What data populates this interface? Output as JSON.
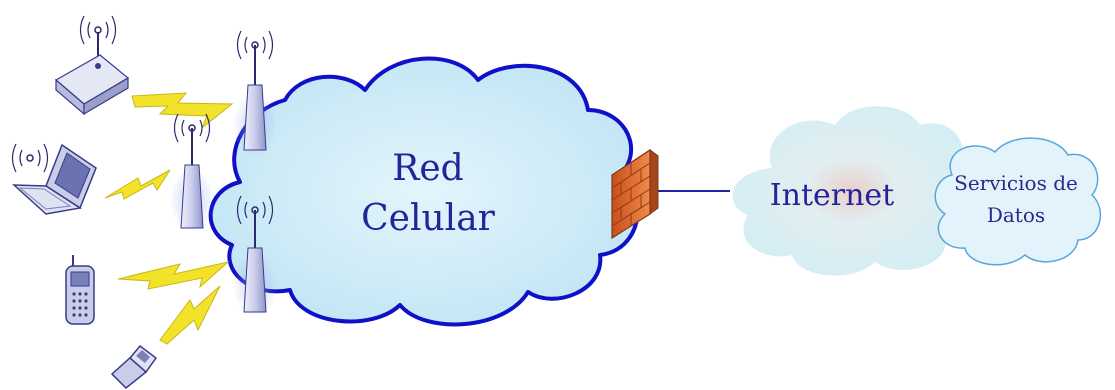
{
  "labels": {
    "cellular_line1": "Red",
    "cellular_line2": "Celular",
    "internet": "Internet",
    "services_line1": "Servicios de",
    "services_line2": "Datos"
  },
  "colors": {
    "cellular_fill": "#c6e8f6",
    "cellular_stroke": "#1010c8",
    "internet_fill": "#d9f0f4",
    "services_fill": "#e3f3fb",
    "services_stroke": "#5aa6dc",
    "label_text": "#23239a",
    "lightning": "#f2e22a",
    "firewall": "#e8743a",
    "device_body": "#c8cee8",
    "device_outline": "#3a3a8a",
    "link_line": "#2020a0"
  },
  "icons": {
    "devices": [
      "wireless-router-icon",
      "laptop-icon",
      "cell-phone-icon",
      "flip-phone-icon"
    ],
    "towers": [
      "antenna-tower-icon",
      "antenna-tower-icon",
      "antenna-tower-icon"
    ],
    "gateway": "firewall-icon",
    "links": "lightning-bolt-icon"
  }
}
